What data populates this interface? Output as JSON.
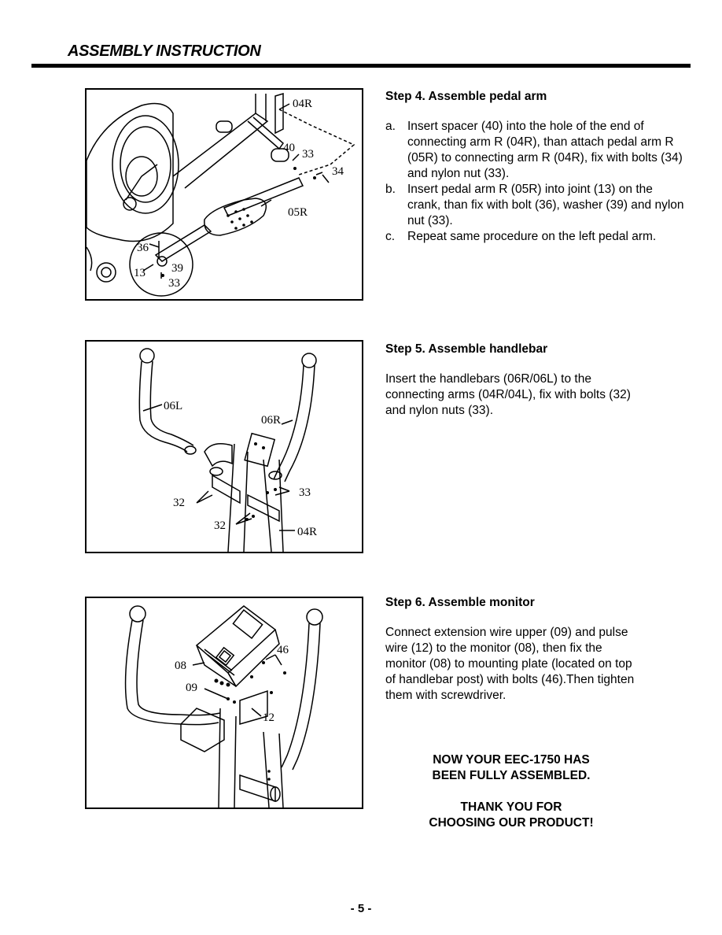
{
  "header": {
    "title": "ASSEMBLY INSTRUCTION"
  },
  "figures": {
    "step4": {
      "labels": [
        "04R",
        "40",
        "33",
        "34",
        "05R",
        "36",
        "13",
        "39",
        "33"
      ]
    },
    "step5": {
      "labels": [
        "06L",
        "06R",
        "33",
        "32",
        "32",
        "04R"
      ]
    },
    "step6": {
      "labels": [
        "46",
        "08",
        "09",
        "12"
      ]
    }
  },
  "steps": [
    {
      "title": "Step 4. Assemble pedal arm",
      "items": [
        {
          "marker": "a.",
          "text": "Insert spacer (40) into the hole of the end of connecting arm R (04R), than attach pedal arm R (05R) to connecting arm R (04R), fix with bolts (34) and nylon nut (33)."
        },
        {
          "marker": "b.",
          "text": "Insert pedal arm R (05R) into joint (13) on the crank, than fix with bolt (36), washer (39) and nylon nut (33)."
        },
        {
          "marker": "c.",
          "text": "Repeat same procedure on the left pedal arm."
        }
      ]
    },
    {
      "title": "Step 5. Assemble handlebar",
      "body": "Insert the handlebars (06R/06L) to the connecting arms (04R/04L), fix with bolts (32) and nylon nuts (33)."
    },
    {
      "title": "Step 6. Assemble monitor",
      "body": "Connect extension wire upper (09) and pulse wire (12) to the monitor (08), then fix the monitor (08) to mounting plate (located on top of handlebar post) with bolts (46).Then tighten them with screwdriver."
    }
  ],
  "closing": {
    "line1": "NOW YOUR EEC-1750 HAS",
    "line2": "BEEN FULLY ASSEMBLED.",
    "line3": "THANK YOU FOR",
    "line4": "CHOOSING OUR PRODUCT!"
  },
  "footer": {
    "page_number": "- 5 -"
  }
}
